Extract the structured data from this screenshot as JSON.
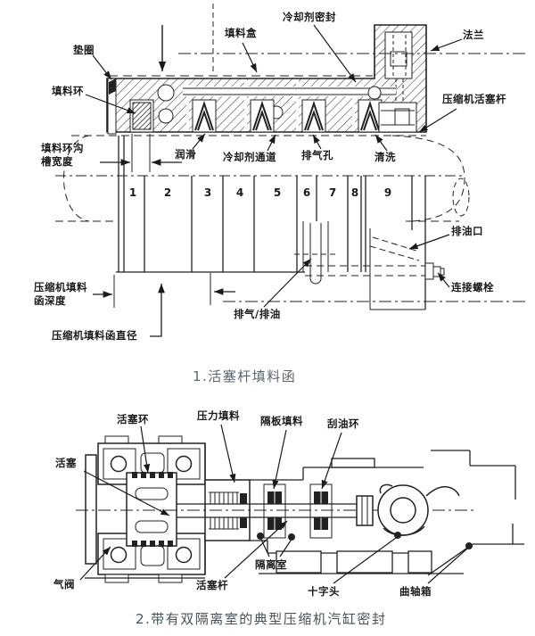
{
  "colors": {
    "ink": "#222222",
    "label_ink": "#1a1a1a",
    "caption1_color": "#5a6670",
    "caption2_color": "#47525a",
    "background": "#ffffff"
  },
  "figure1": {
    "caption": "1.活塞杆填料函",
    "compartment_numbers": [
      "1",
      "2",
      "3",
      "4",
      "5",
      "6",
      "7",
      "8",
      "9"
    ],
    "labels": {
      "gasket": "垫圈",
      "packing_ring": "填料环",
      "packing_box": "填料盒",
      "coolant_seal": "冷却剂密封",
      "flange": "法兰",
      "compressor_piston_rod": "压缩机活塞杆",
      "packing_ring_groove_width": "填料环沟槽宽度",
      "lubrication": "润滑",
      "coolant_channel": "冷却剂通道",
      "vent_hole": "排气孔",
      "purge": "清洗",
      "oil_drain_port": "排油口",
      "connecting_bolt": "连接螺栓",
      "stuffing_box_depth": "压缩机填料函深度",
      "stuffing_box_diameter": "压缩机填料函直径",
      "vent_oil_drain": "排气/排油"
    }
  },
  "figure2": {
    "caption": "2.带有双隔离室的典型压缩机汽缸密封",
    "labels": {
      "piston_ring": "活塞环",
      "pressure_packing": "压力填料",
      "baffle_packing": "隔板填料",
      "oil_scraper_ring": "刮油环",
      "piston": "活塞",
      "gas_valve": "气阀",
      "piston_rod": "活塞杆",
      "isolation_chamber": "隔离室",
      "crosshead": "十字头",
      "crankcase": "曲轴箱"
    }
  }
}
